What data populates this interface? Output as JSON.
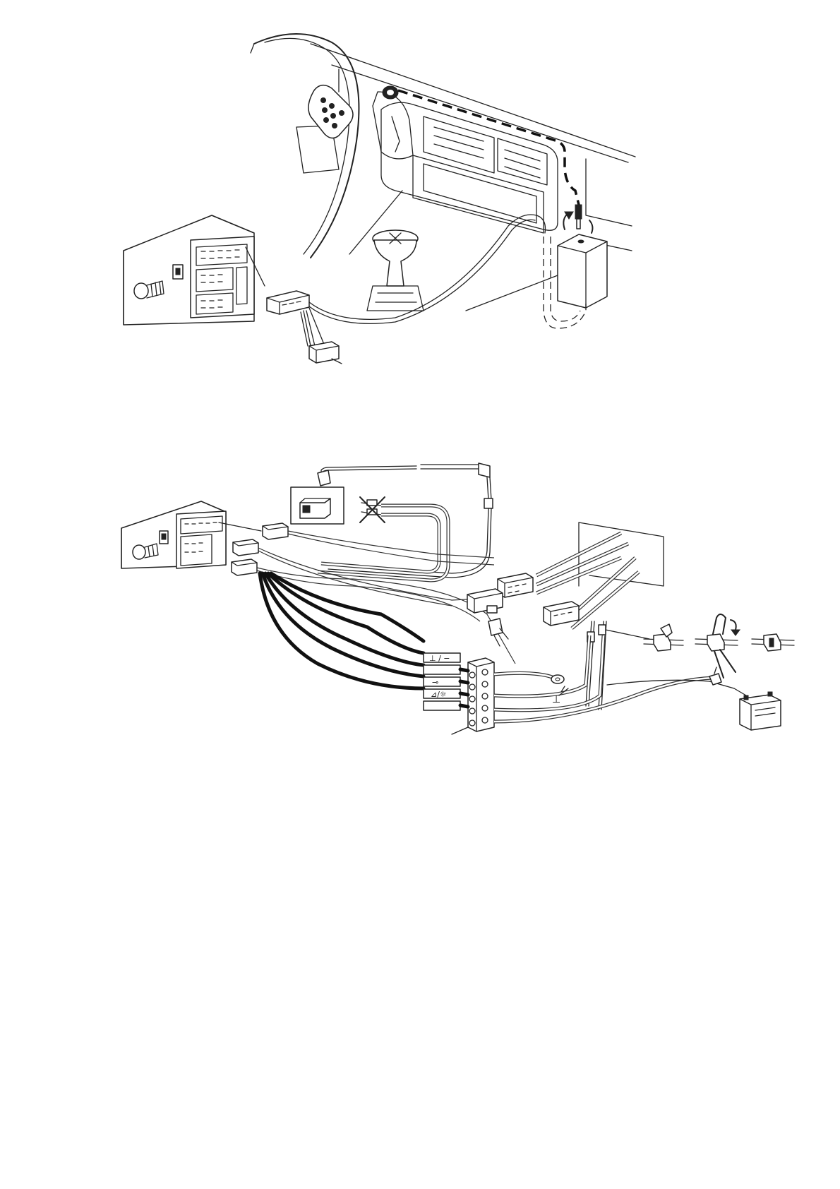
{
  "page": {
    "background": "#ffffff",
    "line_color": "#222222"
  },
  "figure_1": {
    "parts": [
      "steering-wheel-remote",
      "microphone",
      "dashboard",
      "gear-stick",
      "radio-unit-rear",
      "iso-connector",
      "adapter-box"
    ]
  },
  "figure_2": {
    "parts": [
      "radio-unit-rear",
      "cd-changer",
      "vehicle-harness",
      "terminal-block",
      "ground-screw",
      "car-battery",
      "wire-tap-connectors"
    ],
    "labels": {
      "ground_minus": "⊥ / −",
      "ignition": "⊸",
      "illumination": "⊿/☼"
    }
  }
}
